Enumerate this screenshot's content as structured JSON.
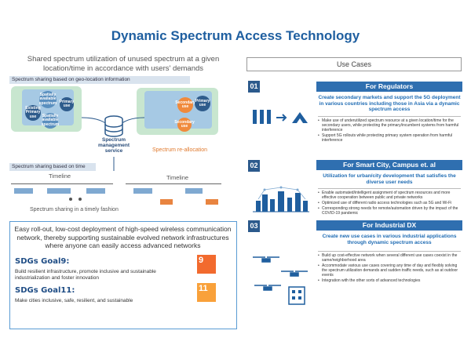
{
  "title": "Dynamic Spectrum Access Technology",
  "lead": "Shared spectrum utilization of unused spectrum at a given location/time in accordance with users' demands",
  "geo_bar": "Spectrum sharing based on geo-location information",
  "time_bar": "Spectrum sharing based on time",
  "map": {
    "left_spots": [
      "Spatially available spectrum",
      "Existing Primary use",
      "Spatially available spectrum",
      "Primary use"
    ],
    "right_spots": [
      "Secondary use",
      "Primary use",
      "Secondary use"
    ]
  },
  "sms_label": "Spectrum management service",
  "realloc_label": "Spectrum re-allocation",
  "timeline_label": "Timeline",
  "timeline_label_right": "Timeline",
  "sharing_caption": "Spectrum sharing in a timely fashion",
  "info": {
    "headline": "Easy roll-out, low-cost deployment of high-speed wireless communication network, thereby supporting sustainable evolved network infrastructures where anyone can easily access advanced networks",
    "goal9_title": "SDGs Goal9:",
    "goal9_text": "Build resilient infrastructure, promote inclusive and sustainable industrialization and foster innovation",
    "goal11_title": "SDGs Goal11:",
    "goal11_text": "Make cities inclusive, safe, resilient, and sustainable",
    "goal9_num": "9",
    "goal11_num": "11"
  },
  "use_cases_title": "Use Cases",
  "use_cases": [
    {
      "num": "01",
      "title": "For Regulators",
      "subtitle": "Create secondary markets and support the 5G deployment in various countries including those in Asia via a dynamic spectrum access",
      "bullets": [
        "Make use of underutilized spectrum resource at a given location/time for the secondary users, while protecting the primary/incumbent systems from harmful interference",
        "Support 5G rollouts while protecting primary system operation from harmful interference"
      ]
    },
    {
      "num": "02",
      "title": "For Smart City, Campus et. al",
      "subtitle": "Utilization for urban/city development that satisfies the diverse user needs",
      "bullets": [
        "Enable automated/intelligent assignment of spectrum resources and more effective cooperation between public and private networks",
        "Optimized use of different radio access technologies such as 5G and Wi-Fi",
        "Corresponding strong needs for remote/automation driven by the impact of the COVID-19 pandemic"
      ]
    },
    {
      "num": "03",
      "title": "For Industrial DX",
      "subtitle": "Create new use cases in various industrial applications through dynamic spectrum access",
      "bullets": [
        "Build up cost-effective network when several different use cases coexist in the same/neighborhood area",
        "Accommodate various use cases covering any time of day and flexibly solving the spectrum utilization demands and sudden traffic needs, such as at outdoor events",
        "Integration with the other sorts of advanced technologies"
      ]
    }
  ],
  "colors": {
    "title": "#1f5fa0",
    "accent": "#2f6fb0",
    "orange": "#f08a3c",
    "green": "#c8e6cf"
  },
  "icons": [
    "database-icon",
    "bars-icon",
    "arrow-icon",
    "city-network-icon",
    "drone-icon",
    "building-icon"
  ]
}
